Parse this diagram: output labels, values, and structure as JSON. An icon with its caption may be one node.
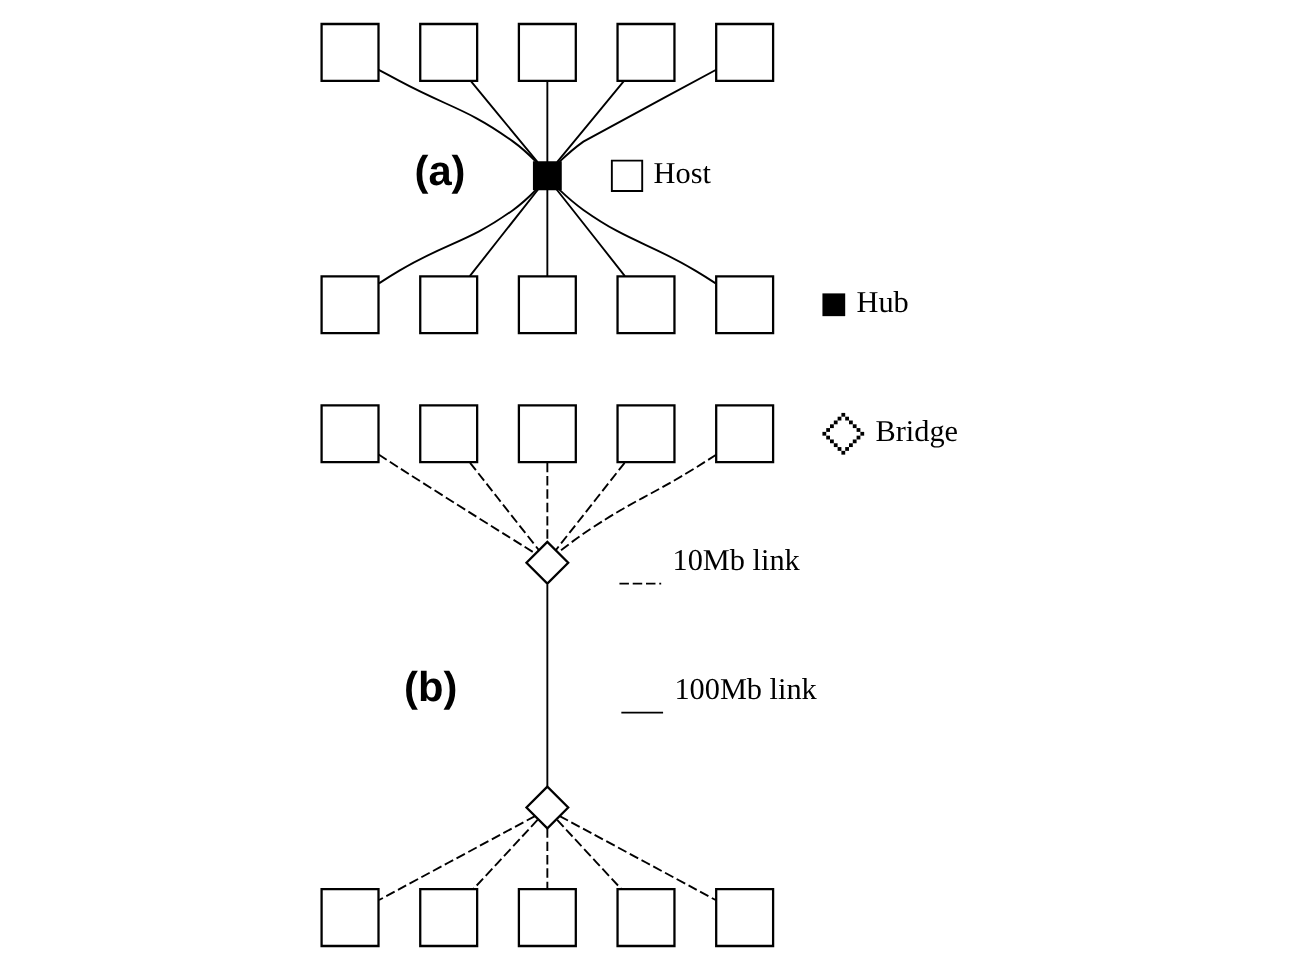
{
  "diagram": {
    "nodes": [
      {
        "text": [],
        "shape": "box"
      },
      {
        "text": [],
        "shape": "box"
      },
      {
        "text": [],
        "shape": "box"
      },
      {
        "text": [],
        "shape": "box"
      },
      {
        "text": [],
        "shape": "box"
      },
      {
        "text": [],
        "shape": "box"
      },
      {
        "text": [],
        "shape": "box"
      },
      {
        "text": [],
        "shape": "box"
      },
      {
        "text": [],
        "shape": "box"
      },
      {
        "text": [],
        "shape": "box"
      },
      {
        "text": [],
        "shape": "box"
      },
      {
        "text": [],
        "shape": "box"
      },
      {
        "text": [],
        "shape": "box"
      },
      {
        "text": [],
        "shape": "box"
      },
      {
        "text": [],
        "shape": "box"
      },
      {
        "text": [],
        "shape": "box"
      },
      {
        "text": [],
        "shape": "diamond"
      },
      {
        "text": [],
        "shape": "diamond"
      },
      {
        "text": [],
        "shape": "box"
      },
      {
        "text": [],
        "shape": "box"
      },
      {
        "text": [],
        "shape": "box"
      },
      {
        "text": [],
        "shape": "box"
      },
      {
        "text": [],
        "shape": "box"
      }
    ],
    "edges": [
      {
        "from": 0,
        "to": 5,
        "arrow": "none"
      },
      {
        "from": 1,
        "to": 5,
        "arrow": "none"
      },
      {
        "from": 2,
        "to": 5,
        "arrow": "none"
      },
      {
        "from": 3,
        "to": 5,
        "arrow": "none"
      },
      {
        "from": 4,
        "to": 5,
        "arrow": "none"
      },
      {
        "from": 5,
        "to": 6,
        "arrow": "none"
      },
      {
        "from": 5,
        "to": 7,
        "arrow": "none"
      },
      {
        "from": 5,
        "to": 8,
        "arrow": "none"
      },
      {
        "from": 5,
        "to": 9,
        "arrow": "none"
      },
      {
        "from": 5,
        "to": 10,
        "arrow": "none"
      },
      {
        "from": 11,
        "to": 16,
        "arrow": "none",
        "style": "dashed"
      },
      {
        "from": 12,
        "to": 16,
        "arrow": "none",
        "style": "dashed"
      },
      {
        "from": 13,
        "to": 16,
        "arrow": "none",
        "style": "dashed"
      },
      {
        "from": 14,
        "to": 16,
        "arrow": "none",
        "style": "dashed"
      },
      {
        "from": 15,
        "to": 16,
        "arrow": "none",
        "style": "dashed"
      },
      {
        "from": 16,
        "to": 17,
        "arrow": "none"
      },
      {
        "from": 17,
        "to": 18,
        "arrow": "none",
        "style": "dashed"
      },
      {
        "from": 17,
        "to": 19,
        "arrow": "none",
        "style": "dashed"
      },
      {
        "from": 17,
        "to": 20,
        "arrow": "none",
        "style": "dashed"
      },
      {
        "from": 17,
        "to": 21,
        "arrow": "none",
        "style": "dashed"
      },
      {
        "from": 17,
        "to": 22,
        "arrow": "none",
        "style": "dashed"
      }
    ],
    "labels": [
      "(a)",
      "(b)"
    ],
    "legend": [
      {
        "text": "Host"
      },
      {
        "text": "Hub"
      },
      {
        "text": "Bridge"
      },
      {
        "text": "10Mb link"
      },
      {
        "text": "100Mb link"
      }
    ]
  }
}
